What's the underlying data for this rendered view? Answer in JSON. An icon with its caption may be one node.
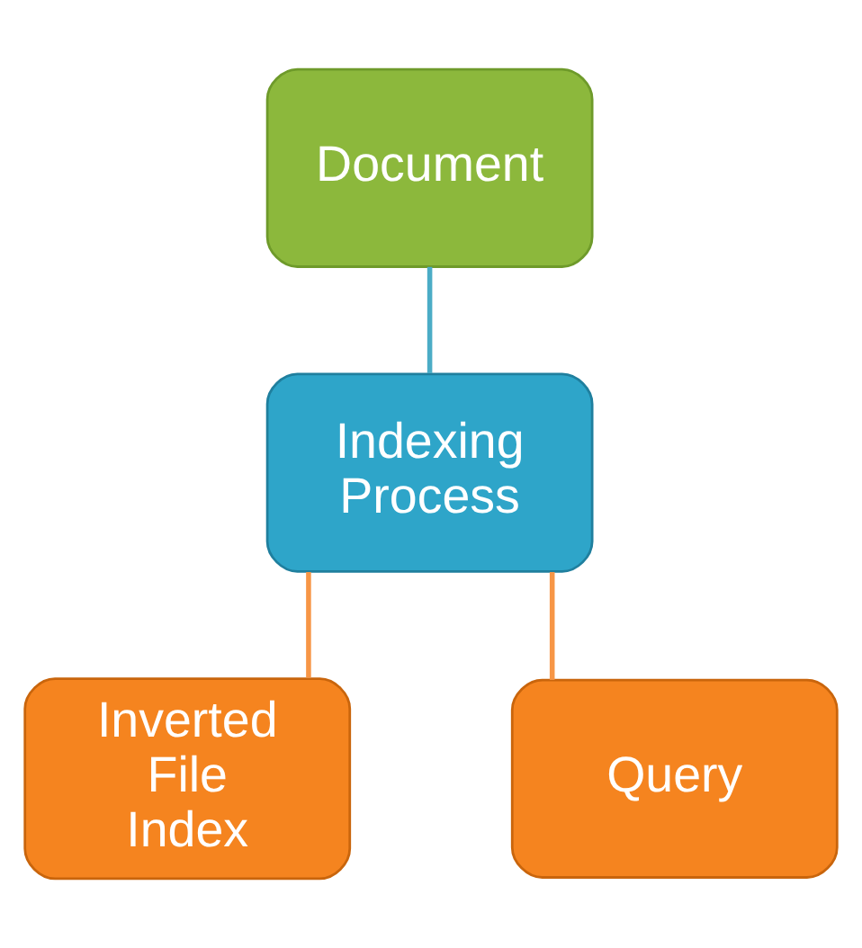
{
  "diagram": {
    "nodes": [
      {
        "text": [
          "Document"
        ]
      },
      {
        "text": [
          "Indexing Process"
        ]
      },
      {
        "text": [
          "Inverted File Index"
        ]
      },
      {
        "text": [
          "Query"
        ]
      }
    ],
    "edges": [
      {
        "from": 0,
        "to": 1,
        "arrow": "none",
        "color": "#4bacc6"
      },
      {
        "from": 1,
        "to": 2,
        "arrow": "none"
      },
      {
        "from": 1,
        "to": 3,
        "arrow": "none"
      }
    ]
  }
}
